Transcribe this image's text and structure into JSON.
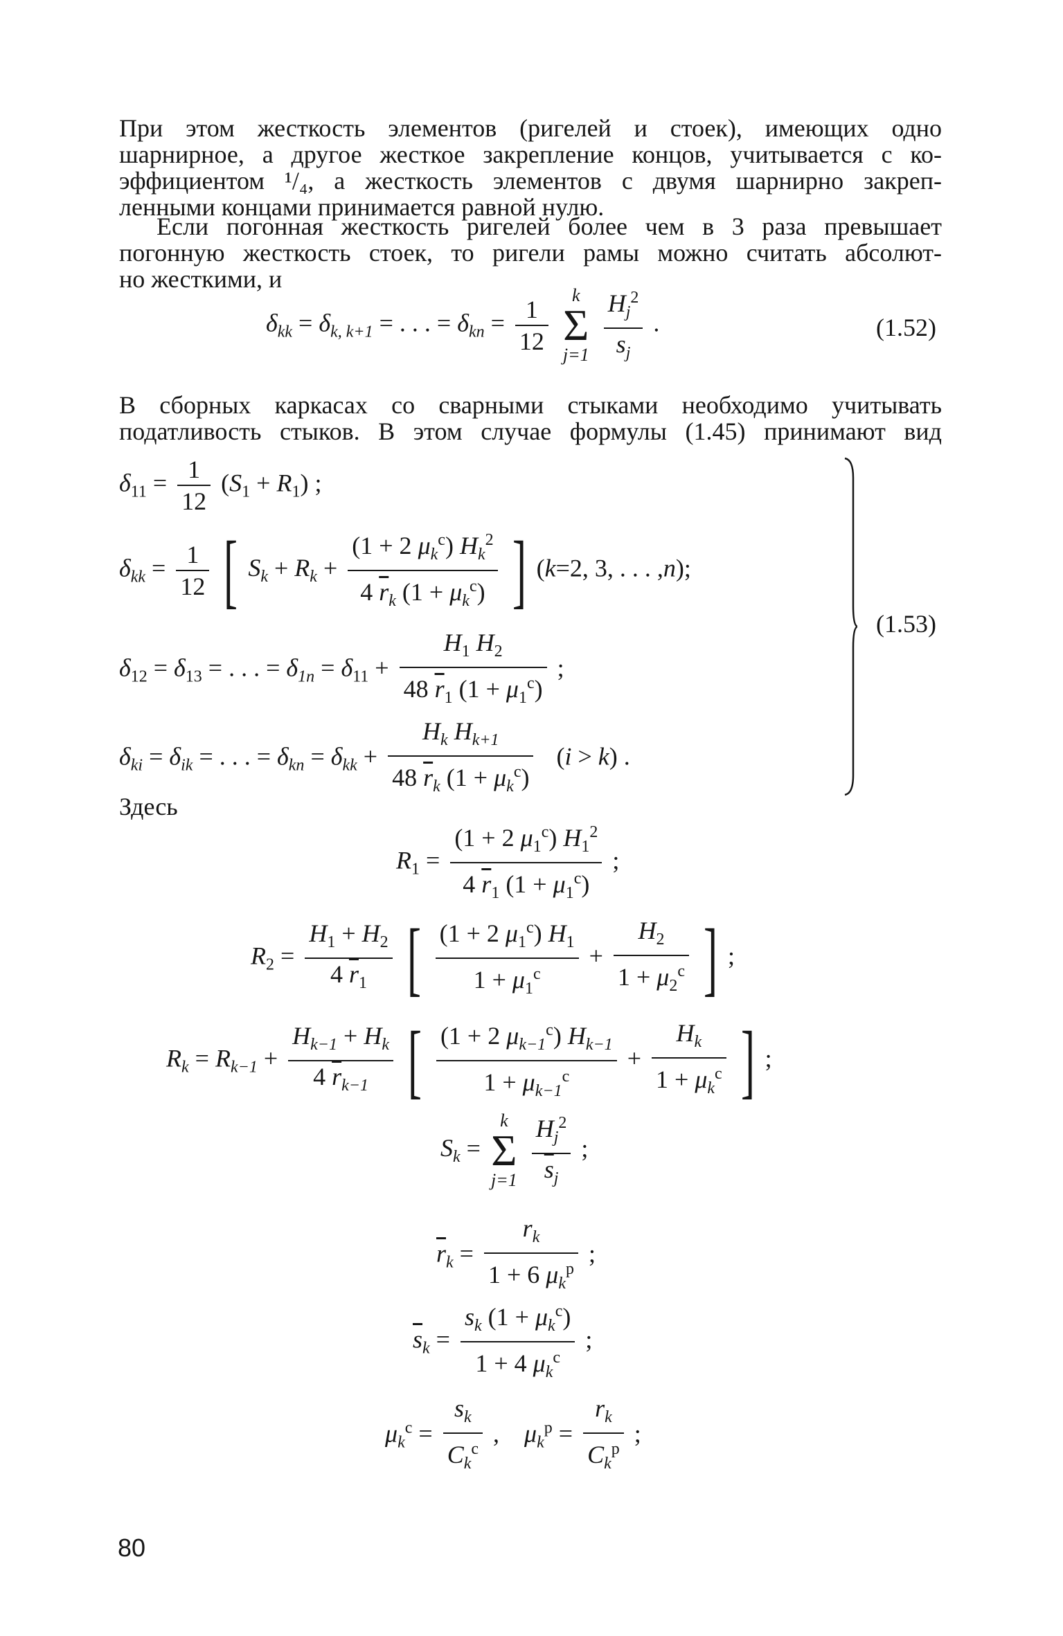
{
  "paragraphs": [
    {
      "lines": [
        "При этом жесткость элементов (ригелей и стоек), имеющих одно",
        "шарнирное, а другое жесткое закрепление концов, учитывается с ко-",
        "эффициентом ¹/₄, а жесткость элементов с двумя шарнирно закреп-",
        "ленными концами принимается равной нулю."
      ]
    },
    {
      "lines": [
        "Если погонная жесткость ригелей более чем в 3 раза превышает",
        "погонную жесткость стоек, то ригели рамы можно считать абсолют-",
        "но жесткими, и"
      ]
    },
    {
      "lines": [
        "В сборных каркасах со сварными стыками необходимо учитывать",
        "податливость стыков. В этом случае формулы (1.45) принимают вид"
      ]
    }
  ],
  "equation_numbers": {
    "eq_152": "(1.52)",
    "eq_153": "(1.53)"
  },
  "zdes": "Здесь",
  "page_number": "80"
}
